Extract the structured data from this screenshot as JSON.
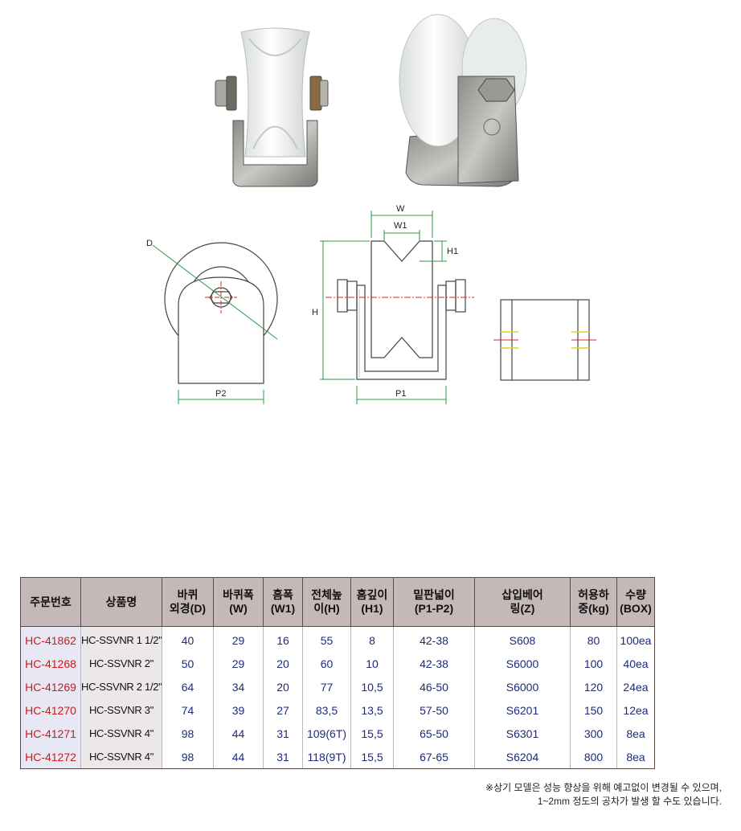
{
  "table": {
    "headers": [
      [
        "주문번호"
      ],
      [
        "상품명"
      ],
      [
        "바퀴",
        "외경(D)"
      ],
      [
        "바퀴폭",
        "(W)"
      ],
      [
        "홈폭",
        "(W1)"
      ],
      [
        "전체높",
        "이(H)"
      ],
      [
        "홈깊이",
        "(H1)"
      ],
      [
        "밑판넓이",
        "(P1-P2)"
      ],
      [
        "삽입베어",
        "링(Z)"
      ],
      [
        "허용하",
        "중(kg)"
      ],
      [
        "수량",
        "(BOX)"
      ]
    ],
    "rows": [
      [
        "HC-41862",
        "HC-SSVNR 1 1/2\"",
        "40",
        "29",
        "16",
        "55",
        "8",
        "42-38",
        "S608",
        "80",
        "100ea"
      ],
      [
        "HC-41268",
        "HC-SSVNR 2\"",
        "50",
        "29",
        "20",
        "60",
        "10",
        "42-38",
        "S6000",
        "100",
        "40ea"
      ],
      [
        "HC-41269",
        "HC-SSVNR 2 1/2\"",
        "64",
        "34",
        "20",
        "77",
        "10,5",
        "46-50",
        "S6000",
        "120",
        "24ea"
      ],
      [
        "HC-41270",
        "HC-SSVNR 3\"",
        "74",
        "39",
        "27",
        "83,5",
        "13,5",
        "57-50",
        "S6201",
        "150",
        "12ea"
      ],
      [
        "HC-41271",
        "HC-SSVNR 4\"",
        "98",
        "44",
        "31",
        "109(6T)",
        "15,5",
        "65-50",
        "S6301",
        "300",
        "8ea"
      ],
      [
        "HC-41272",
        "HC-SSVNR 4\"",
        "98",
        "44",
        "31",
        "118(9T)",
        "15,5",
        "67-65",
        "S6204",
        "800",
        "8ea"
      ]
    ]
  },
  "drawing": {
    "labels": {
      "d": "D",
      "w": "W",
      "w1": "W1",
      "h1": "H1",
      "h": "H",
      "p2": "P2",
      "p1": "P1"
    }
  },
  "note": {
    "line1": "※상기 모델은 성능 향상을 위해 예고없이 변경될 수 있으며,",
    "line2": "1~2mm 정도의 공차가 발생 할 수도 있습니다."
  },
  "colors": {
    "header_bg": "#c4b8b8",
    "order_text": "#d01818",
    "value_text": "#1f2a7a",
    "dimension_line": "#2a9a4a",
    "center_line": "#e02020"
  }
}
